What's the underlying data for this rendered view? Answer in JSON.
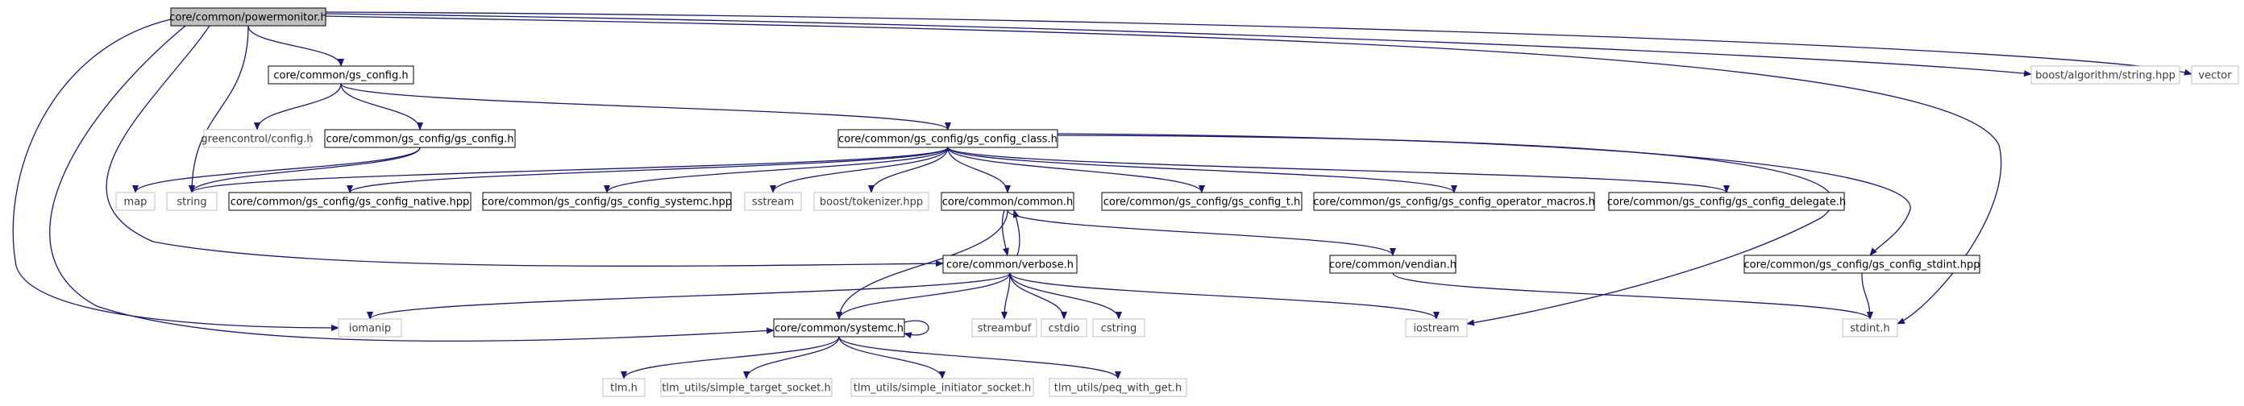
{
  "colors": {
    "edge": "#191970",
    "root_fill": "#bfbfbf",
    "box_border_strong": "#000000",
    "box_border_light": "#bfbfbf",
    "label_strong": "#000000",
    "label_light": "#3c3c3c"
  },
  "nodes": [
    {
      "id": "powermonitor",
      "label": "core/common/powermonitor.h",
      "style": "root"
    },
    {
      "id": "gs_config",
      "label": "core/common/gs_config.h",
      "style": "strong"
    },
    {
      "id": "boost_string",
      "label": "boost/algorithm/string.hpp",
      "style": "light"
    },
    {
      "id": "vector",
      "label": "vector",
      "style": "light"
    },
    {
      "id": "greencontrol",
      "label": "greencontrol/config.h",
      "style": "light"
    },
    {
      "id": "gs_config_gs",
      "label": "core/common/gs_config/gs_config.h",
      "style": "strong"
    },
    {
      "id": "gs_config_class",
      "label": "core/common/gs_config/gs_config_class.h",
      "style": "strong"
    },
    {
      "id": "map",
      "label": "map",
      "style": "light"
    },
    {
      "id": "string",
      "label": "string",
      "style": "light"
    },
    {
      "id": "gs_native",
      "label": "core/common/gs_config/gs_config_native.hpp",
      "style": "strong"
    },
    {
      "id": "gs_systemc",
      "label": "core/common/gs_config/gs_config_systemc.hpp",
      "style": "strong"
    },
    {
      "id": "sstream",
      "label": "sstream",
      "style": "light"
    },
    {
      "id": "tokenizer",
      "label": "boost/tokenizer.hpp",
      "style": "light"
    },
    {
      "id": "common",
      "label": "core/common/common.h",
      "style": "strong"
    },
    {
      "id": "gs_t",
      "label": "core/common/gs_config/gs_config_t.h",
      "style": "strong"
    },
    {
      "id": "gs_opmacros",
      "label": "core/common/gs_config/gs_config_operator_macros.h",
      "style": "strong"
    },
    {
      "id": "gs_delegate",
      "label": "core/common/gs_config/gs_config_delegate.h",
      "style": "strong"
    },
    {
      "id": "verbose",
      "label": "core/common/verbose.h",
      "style": "strong"
    },
    {
      "id": "vendian",
      "label": "core/common/vendian.h",
      "style": "strong"
    },
    {
      "id": "gs_stdint",
      "label": "core/common/gs_config/gs_config_stdint.hpp",
      "style": "strong"
    },
    {
      "id": "iomanip",
      "label": "iomanip",
      "style": "light"
    },
    {
      "id": "systemc",
      "label": "core/common/systemc.h",
      "style": "strong"
    },
    {
      "id": "streambuf",
      "label": "streambuf",
      "style": "light"
    },
    {
      "id": "cstdio",
      "label": "cstdio",
      "style": "light"
    },
    {
      "id": "cstring",
      "label": "cstring",
      "style": "light"
    },
    {
      "id": "iostream",
      "label": "iostream",
      "style": "light"
    },
    {
      "id": "stdint",
      "label": "stdint.h",
      "style": "light"
    },
    {
      "id": "tlm",
      "label": "tlm.h",
      "style": "light"
    },
    {
      "id": "tlm_target",
      "label": "tlm_utils/simple_target_socket.h",
      "style": "light"
    },
    {
      "id": "tlm_initiator",
      "label": "tlm_utils/simple_initiator_socket.h",
      "style": "light"
    },
    {
      "id": "tlm_peq",
      "label": "tlm_utils/peq_with_get.h",
      "style": "light"
    }
  ],
  "edges": [
    [
      "powermonitor",
      "gs_config"
    ],
    [
      "powermonitor",
      "boost_string"
    ],
    [
      "powermonitor",
      "vector"
    ],
    [
      "powermonitor",
      "string"
    ],
    [
      "powermonitor",
      "verbose"
    ],
    [
      "powermonitor",
      "iomanip"
    ],
    [
      "powermonitor",
      "systemc"
    ],
    [
      "powermonitor",
      "stdint"
    ],
    [
      "gs_config",
      "greencontrol"
    ],
    [
      "gs_config",
      "gs_config_gs"
    ],
    [
      "gs_config",
      "gs_config_class"
    ],
    [
      "gs_config_gs",
      "map"
    ],
    [
      "gs_config_gs",
      "string"
    ],
    [
      "gs_config_class",
      "string"
    ],
    [
      "gs_config_class",
      "gs_native"
    ],
    [
      "gs_config_class",
      "gs_systemc"
    ],
    [
      "gs_config_class",
      "sstream"
    ],
    [
      "gs_config_class",
      "tokenizer"
    ],
    [
      "gs_config_class",
      "common"
    ],
    [
      "gs_config_class",
      "gs_t"
    ],
    [
      "gs_config_class",
      "gs_opmacros"
    ],
    [
      "gs_config_class",
      "gs_delegate"
    ],
    [
      "gs_config_class",
      "iostream"
    ],
    [
      "gs_config_class",
      "gs_stdint"
    ],
    [
      "common",
      "verbose"
    ],
    [
      "common",
      "systemc"
    ],
    [
      "common",
      "vendian"
    ],
    [
      "verbose",
      "common"
    ],
    [
      "verbose",
      "iomanip"
    ],
    [
      "verbose",
      "systemc"
    ],
    [
      "verbose",
      "streambuf"
    ],
    [
      "verbose",
      "cstdio"
    ],
    [
      "verbose",
      "cstring"
    ],
    [
      "verbose",
      "iostream"
    ],
    [
      "vendian",
      "stdint"
    ],
    [
      "gs_stdint",
      "stdint"
    ],
    [
      "systemc",
      "systemc"
    ],
    [
      "systemc",
      "tlm"
    ],
    [
      "systemc",
      "tlm_target"
    ],
    [
      "systemc",
      "tlm_initiator"
    ],
    [
      "systemc",
      "tlm_peq"
    ]
  ]
}
